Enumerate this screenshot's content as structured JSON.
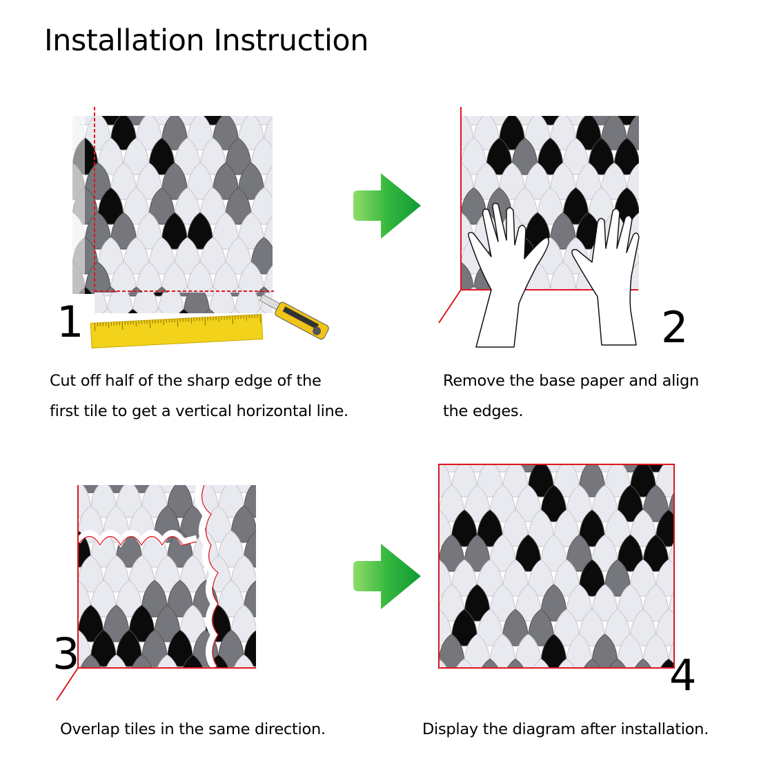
{
  "title": "Installation Instruction",
  "steps": [
    {
      "number": "1",
      "caption": [
        "Cut off half of the sharp edge of the",
        "first tile to get a vertical horizontal line."
      ]
    },
    {
      "number": "2",
      "caption": [
        "Remove the base paper and align",
        "the edges."
      ]
    },
    {
      "number": "3",
      "caption": [
        "Overlap tiles in the same direction."
      ]
    },
    {
      "number": "4",
      "caption": [
        "Display the diagram after installation."
      ]
    }
  ],
  "colors": {
    "arrow": "#1aa33a",
    "guide_line": "#e0141e",
    "ruler": "#f2d21a",
    "tile_white": "#e9eaef",
    "tile_grey": "#76777c",
    "tile_black": "#0b0b0b"
  }
}
